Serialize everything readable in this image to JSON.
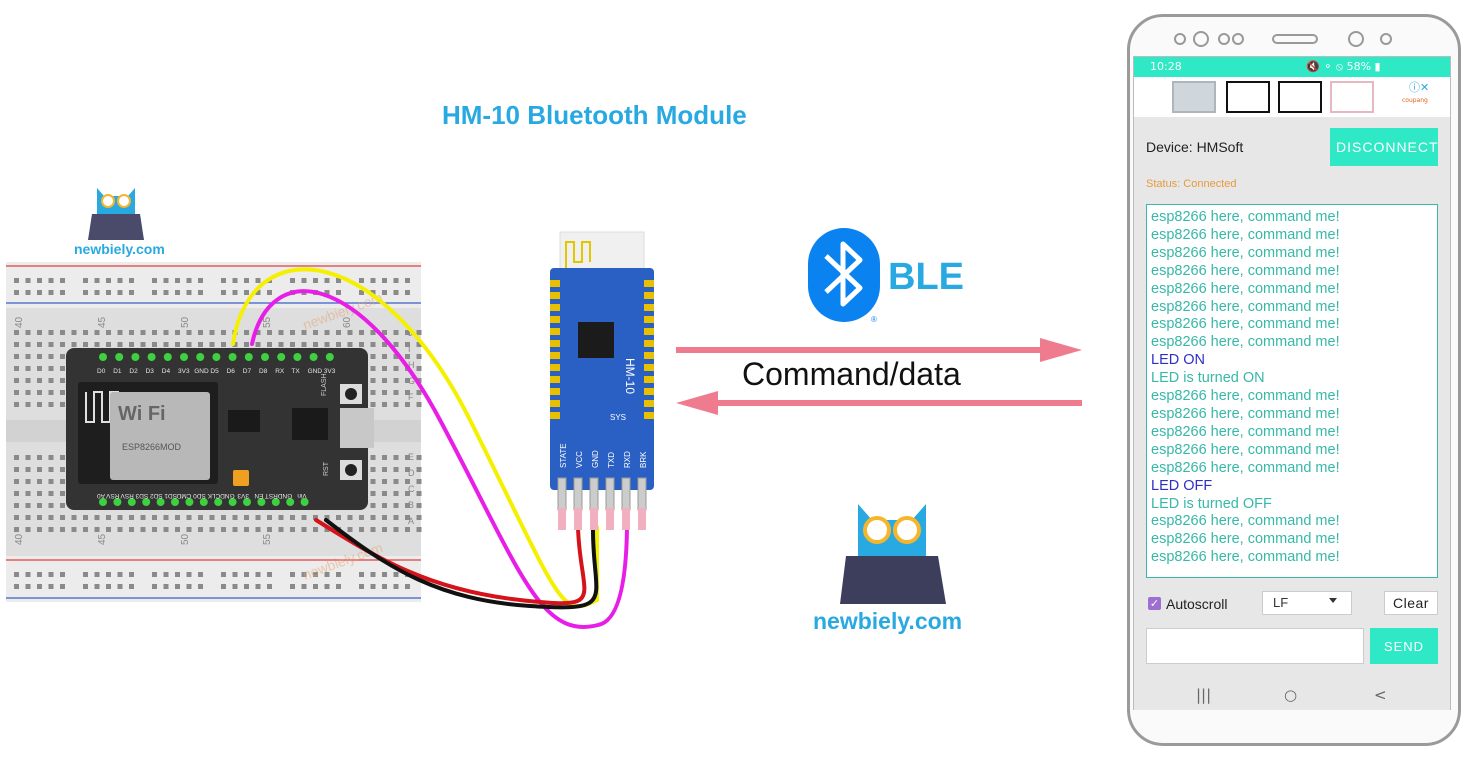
{
  "diagram": {
    "title": "HM-10 Bluetooth Module",
    "ble_label": "BLE",
    "command_label": "Command/data",
    "logo_small": "newbiely.com",
    "logo_large": "newbiely.com",
    "watermark": "newbiely.com",
    "breadboard_columns": [
      "40",
      "45",
      "50",
      "55",
      "60"
    ],
    "breadboard_rows_top": [
      "J",
      "I",
      "H",
      "G",
      "F"
    ],
    "breadboard_rows_bottom": [
      "E",
      "D",
      "C",
      "B",
      "A"
    ],
    "esp_top_pins": [
      "D0",
      "D1",
      "D2",
      "D3",
      "D4",
      "3V3",
      "GND",
      "D5",
      "D6",
      "D7",
      "D8",
      "RX",
      "TX",
      "GND",
      "3V3"
    ],
    "esp_bottom_pins": [
      "A0",
      "RSV",
      "RSV",
      "SD3",
      "SD2",
      "SD1",
      "CMD",
      "SD0",
      "CLK",
      "GND",
      "3V3",
      "EN",
      "RST",
      "GND",
      "Vin"
    ],
    "esp_buttons": [
      "FLASH",
      "RST"
    ],
    "wifi_label": "Wi Fi",
    "esp_module_label": "ESP8266MOD",
    "hm10_board_label": "HM-10",
    "hm10_sys_label": "SYS",
    "hm10_pins": [
      "STATE",
      "VCC",
      "GND",
      "TXD",
      "RXD",
      "BRK"
    ],
    "colors": {
      "accent": "#29a9e1",
      "arrow": "#ef7b8e",
      "wire_yellow": "#f4f000",
      "wire_magenta": "#e81ee8",
      "wire_red": "#d4141a",
      "wire_black": "#111111",
      "hm10_board": "#2a5fc4",
      "esp_board": "#333333"
    }
  },
  "phone": {
    "statusbar": {
      "time": "10:28",
      "battery": "58%"
    },
    "device_label": "Device: HMSoft",
    "disconnect_label": "DISCONNECT",
    "status_label": "Status: Connected",
    "log": [
      {
        "type": "resp",
        "text": "esp8266 here, command me!"
      },
      {
        "type": "resp",
        "text": "esp8266 here, command me!"
      },
      {
        "type": "resp",
        "text": "esp8266 here, command me!"
      },
      {
        "type": "resp",
        "text": "esp8266 here, command me!"
      },
      {
        "type": "resp",
        "text": "esp8266 here, command me!"
      },
      {
        "type": "resp",
        "text": "esp8266 here, command me!"
      },
      {
        "type": "resp",
        "text": "esp8266 here, command me!"
      },
      {
        "type": "resp",
        "text": "esp8266 here, command me!"
      },
      {
        "type": "cmd",
        "text": "LED ON"
      },
      {
        "type": "resp",
        "text": "LED is turned ON"
      },
      {
        "type": "resp",
        "text": "esp8266 here, command me!"
      },
      {
        "type": "resp",
        "text": "esp8266 here, command me!"
      },
      {
        "type": "resp",
        "text": "esp8266 here, command me!"
      },
      {
        "type": "resp",
        "text": "esp8266 here, command me!"
      },
      {
        "type": "resp",
        "text": "esp8266 here, command me!"
      },
      {
        "type": "cmd",
        "text": "LED OFF"
      },
      {
        "type": "resp",
        "text": "LED is turned OFF"
      },
      {
        "type": "resp",
        "text": "esp8266 here, command me!"
      },
      {
        "type": "resp",
        "text": "esp8266 here, command me!"
      },
      {
        "type": "resp",
        "text": "esp8266 here, command me!"
      }
    ],
    "autoscroll_label": "Autoscroll",
    "autoscroll_checked": true,
    "line_ending_value": "LF",
    "clear_label": "Clear",
    "message_value": "",
    "send_label": "SEND",
    "nav": {
      "recents": "|||",
      "home": "○",
      "back": "<"
    },
    "ad_close": "ⓘ✕",
    "ad_brand": "coupang"
  }
}
